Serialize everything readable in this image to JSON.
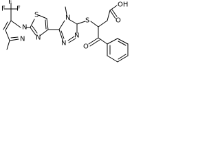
{
  "molecule": {
    "atom_labels": {
      "cf3": "F",
      "n_pyrazole_1": "N",
      "n_pyrazole_2": "N",
      "s_thiazole": "S",
      "n_thiazole": "N",
      "n_triazole_1": "N",
      "n_triazole_2": "N",
      "n_triazole_4": "N",
      "s_thioether": "S",
      "oh": "OH",
      "o_acid": "O",
      "o_ketone": "O"
    }
  }
}
